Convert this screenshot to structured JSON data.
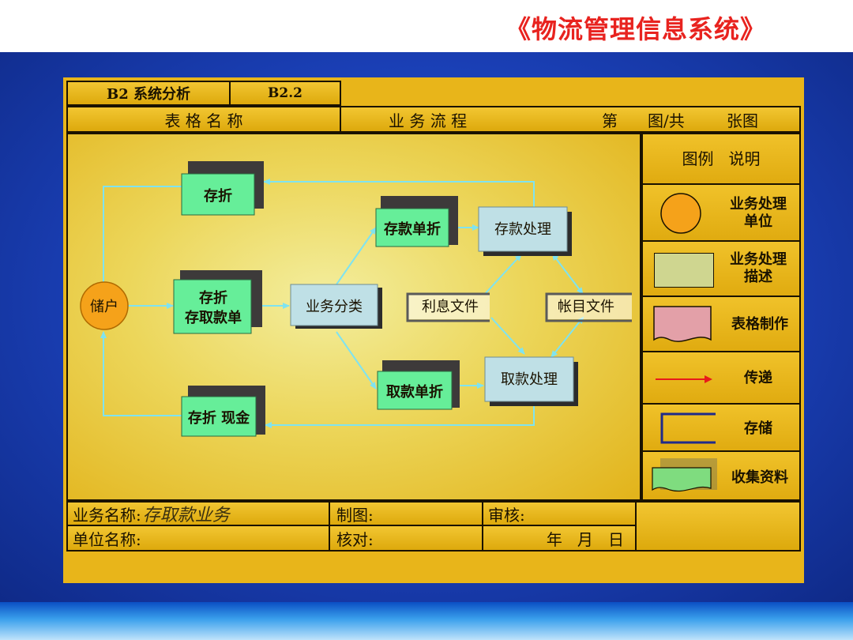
{
  "title": "《物流管理信息系统》",
  "header": {
    "section": "B2 系统分析",
    "code": "B2.2",
    "form_name": "表 格 名 称",
    "flow_label": "业 务 流 程",
    "page_prefix": "第",
    "page_mid": "图/共",
    "page_suffix": "张图"
  },
  "legend": {
    "title": "图例   说明",
    "items": [
      {
        "icon": "circle",
        "label": "业务处理\n单位"
      },
      {
        "icon": "rect",
        "label": "业务处理\n描述"
      },
      {
        "icon": "document",
        "label": "表格制作"
      },
      {
        "icon": "arrow",
        "label": "传递"
      },
      {
        "icon": "storage",
        "label": "存储"
      },
      {
        "icon": "collect",
        "label": "收集资料"
      }
    ]
  },
  "diagram": {
    "customer": "储户",
    "docs": {
      "passbook_top": "存折",
      "passbook_slip": [
        "存折",
        "存取款单"
      ],
      "passbook_cash": "存折 现金",
      "deposit_slip": "存款单折",
      "withdraw_slip": "取款单折"
    },
    "process": {
      "classify": "业务分类",
      "deposit": "存款处理",
      "withdraw": "取款处理"
    },
    "stores": {
      "interest": "利息文件",
      "account": "帐目文件"
    }
  },
  "footer": {
    "biz_name_label": "业务名称:",
    "biz_name_value": "存取款业务",
    "drawn_label": "制图:",
    "review_label": "审核:",
    "unit_label": "单位名称:",
    "check_label": "核对:",
    "date_label": "年   月   日"
  },
  "colors": {
    "title_red": "#e8231f",
    "doc_green": "#66ee99",
    "process_blue": "#bfe0e6",
    "customer_orange": "#f5a21a",
    "arrow_cyan": "#7fe3f0"
  }
}
